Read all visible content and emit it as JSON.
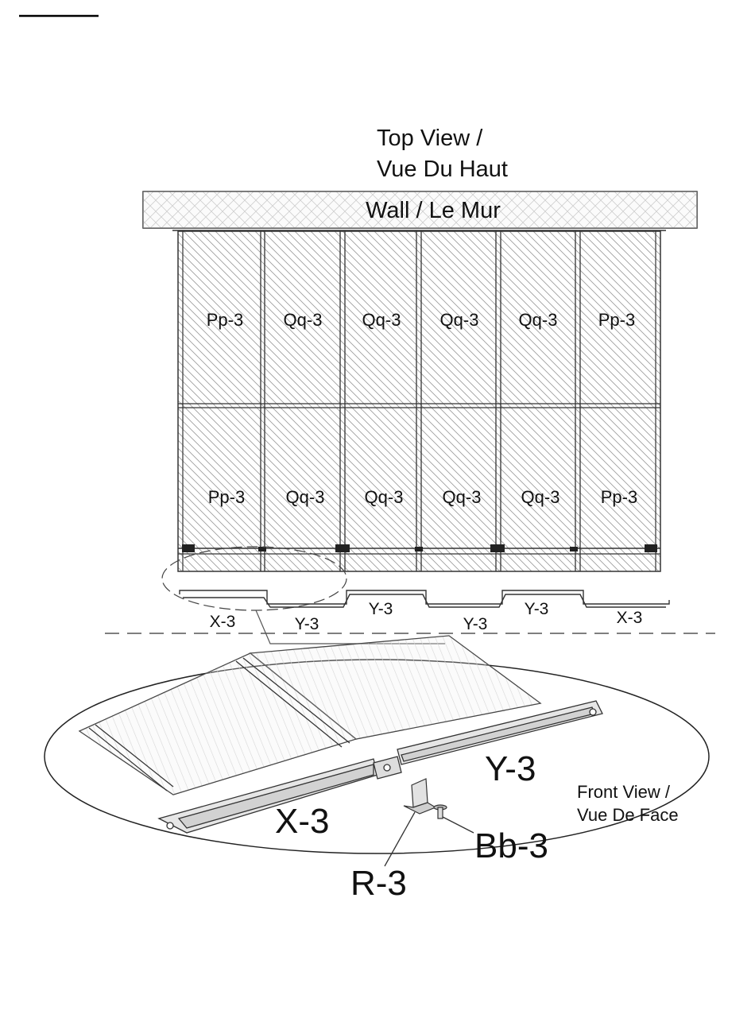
{
  "top_view": {
    "title_line1": "Top View /",
    "title_line2": "Vue Du Haut",
    "wall_label": "Wall / Le Mur",
    "panels_row1": [
      "Pp-3",
      "Qq-3",
      "Qq-3",
      "Qq-3",
      "Qq-3",
      "Pp-3"
    ],
    "panels_row2": [
      "Pp-3",
      "Qq-3",
      "Qq-3",
      "Qq-3",
      "Qq-3",
      "Pp-3"
    ],
    "channels": [
      "X-3",
      "Y-3",
      "Y-3",
      "Y-3",
      "Y-3",
      "X-3"
    ]
  },
  "front_view": {
    "title_line1": "Front View /",
    "title_line2": "Vue De Face",
    "channel_x": "X-3",
    "channel_y": "Y-3",
    "bracket": "R-3",
    "bolt": "Bb-3"
  }
}
